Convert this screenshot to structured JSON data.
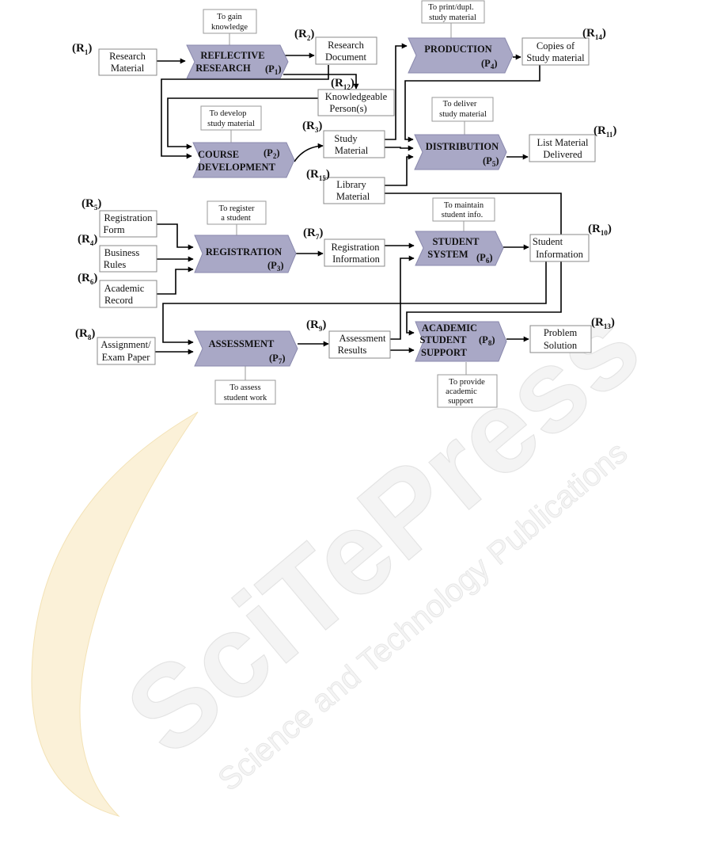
{
  "watermark": {
    "brand": "SciTePress",
    "tagline": "Science and Technology Publications"
  },
  "processes": [
    {
      "id": "p1",
      "lines": [
        "REFLECTIVE",
        "RESEARCH"
      ],
      "code": {
        "letter": "P",
        "sub": "1"
      }
    },
    {
      "id": "p2",
      "lines": [
        "COURSE",
        "DEVELOPMENT"
      ],
      "code": {
        "letter": "P",
        "sub": "2"
      }
    },
    {
      "id": "p3",
      "lines": [
        "REGISTRATION"
      ],
      "code": {
        "letter": "P",
        "sub": "3"
      }
    },
    {
      "id": "p4",
      "lines": [
        "PRODUCTION"
      ],
      "code": {
        "letter": "P",
        "sub": "4"
      }
    },
    {
      "id": "p5",
      "lines": [
        "DISTRIBUTION"
      ],
      "code": {
        "letter": "P",
        "sub": "5"
      }
    },
    {
      "id": "p6",
      "lines": [
        "STUDENT",
        "SYSTEM"
      ],
      "code": {
        "letter": "P",
        "sub": "6"
      }
    },
    {
      "id": "p7",
      "lines": [
        "ASSESSMENT"
      ],
      "code": {
        "letter": "P",
        "sub": "7"
      }
    },
    {
      "id": "p8",
      "lines": [
        "ACADEMIC",
        "STUDENT",
        "SUPPORT"
      ],
      "code": {
        "letter": "P",
        "sub": "8"
      }
    }
  ],
  "resources": [
    {
      "id": "r1",
      "lines": [
        "Research",
        "Material"
      ]
    },
    {
      "id": "r2",
      "lines": [
        "Research",
        "Document"
      ]
    },
    {
      "id": "r12",
      "lines": [
        "Knowledgeable",
        "Person(s)"
      ]
    },
    {
      "id": "r3",
      "lines": [
        "Study",
        "Material"
      ]
    },
    {
      "id": "r15",
      "lines": [
        "Library",
        "Material"
      ]
    },
    {
      "id": "r5",
      "lines": [
        "Registration",
        "Form"
      ]
    },
    {
      "id": "r4",
      "lines": [
        "Business",
        "Rules"
      ]
    },
    {
      "id": "r6",
      "lines": [
        "Academic",
        "Record"
      ]
    },
    {
      "id": "r7",
      "lines": [
        "Registration",
        "Information"
      ]
    },
    {
      "id": "r8",
      "lines": [
        "Assignment/",
        "Exam Paper"
      ]
    },
    {
      "id": "r9",
      "lines": [
        "Assessment",
        "Results"
      ]
    },
    {
      "id": "r14",
      "lines": [
        "Copies of",
        "Study material"
      ]
    },
    {
      "id": "r11",
      "lines": [
        "List Material",
        "Delivered"
      ]
    },
    {
      "id": "r10",
      "lines": [
        "Student",
        "Information"
      ]
    },
    {
      "id": "r13",
      "lines": [
        "Problem",
        "Solution"
      ]
    }
  ],
  "labels": [
    {
      "id": "r1",
      "letter": "R",
      "sub": "1"
    },
    {
      "id": "r2",
      "letter": "R",
      "sub": "2"
    },
    {
      "id": "r12",
      "letter": "R",
      "sub": "12"
    },
    {
      "id": "r3",
      "letter": "R",
      "sub": "3"
    },
    {
      "id": "r15",
      "letter": "R",
      "sub": "15"
    },
    {
      "id": "r5",
      "letter": "R",
      "sub": "5"
    },
    {
      "id": "r4",
      "letter": "R",
      "sub": "4"
    },
    {
      "id": "r6",
      "letter": "R",
      "sub": "6"
    },
    {
      "id": "r7",
      "letter": "R",
      "sub": "7"
    },
    {
      "id": "r8",
      "letter": "R",
      "sub": "8"
    },
    {
      "id": "r9",
      "letter": "R",
      "sub": "9"
    },
    {
      "id": "r14",
      "letter": "R",
      "sub": "14"
    },
    {
      "id": "r11",
      "letter": "R",
      "sub": "11"
    },
    {
      "id": "r10",
      "letter": "R",
      "sub": "10"
    },
    {
      "id": "r13",
      "letter": "R",
      "sub": "13"
    }
  ],
  "goals": [
    {
      "id": "g1",
      "lines": [
        "To gain",
        "knowledge"
      ]
    },
    {
      "id": "g2",
      "lines": [
        "To develop",
        "study material"
      ]
    },
    {
      "id": "g3",
      "lines": [
        "To register",
        "a student"
      ]
    },
    {
      "id": "g4",
      "lines": [
        "To print/dupl.",
        "study material"
      ]
    },
    {
      "id": "g5",
      "lines": [
        "To deliver",
        "study material"
      ]
    },
    {
      "id": "g6",
      "lines": [
        "To maintain",
        "student info."
      ]
    },
    {
      "id": "g7",
      "lines": [
        "To assess",
        "student work"
      ]
    },
    {
      "id": "g8",
      "lines": [
        "To provide",
        "academic",
        "support"
      ]
    }
  ],
  "colors": {
    "process_fill": "#a9a8c6",
    "process_stroke": "#8a89ad",
    "box_stroke": "#8a8a8a",
    "arrow": "#000000",
    "watermark_fill": "#f2f2f2",
    "watermark_stroke": "#d9d9d9",
    "watermark_orange": "#f7e3b3"
  }
}
